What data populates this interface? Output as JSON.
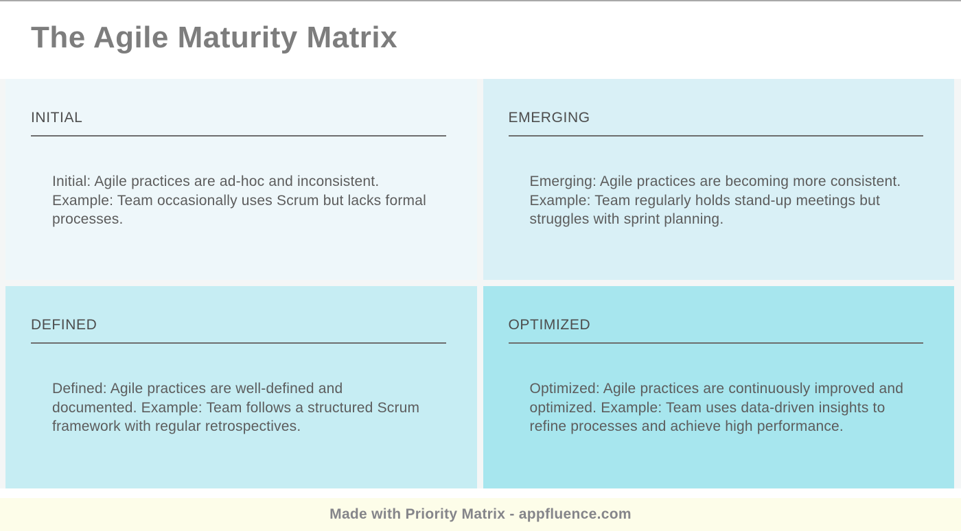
{
  "page": {
    "title": "The Agile Maturity Matrix",
    "footer_text": "Made with Priority Matrix - appfluence.com"
  },
  "quadrants": [
    {
      "label": "INITIAL",
      "body": "Initial: Agile practices are ad-hoc and inconsistent. Example: Team occasionally uses Scrum but lacks formal processes.",
      "bg": "#eef7fa"
    },
    {
      "label": "EMERGING",
      "body": "Emerging: Agile practices are becoming more consistent. Example: Team regularly holds stand-up meetings but struggles with sprint planning.",
      "bg": "#d9f0f6"
    },
    {
      "label": "DEFINED",
      "body": "Defined: Agile practices are well-defined and documented. Example: Team follows a structured Scrum framework with regular retrospectives.",
      "bg": "#c6edf3"
    },
    {
      "label": "OPTIMIZED",
      "body": "Optimized: Agile practices are continuously improved and optimized. Example: Team uses data-driven insights to refine processes and achieve high performance.",
      "bg": "#a7e6ee"
    }
  ],
  "colors": {
    "gap": "#f4f6f6",
    "footer_bg": "#fdfde9",
    "title_text": "#7d7d7d",
    "header_text": "#4d4d4d",
    "body_text": "#5c5c5c",
    "underline": "#6d6d6d",
    "top_border": "#a8a8a8"
  }
}
